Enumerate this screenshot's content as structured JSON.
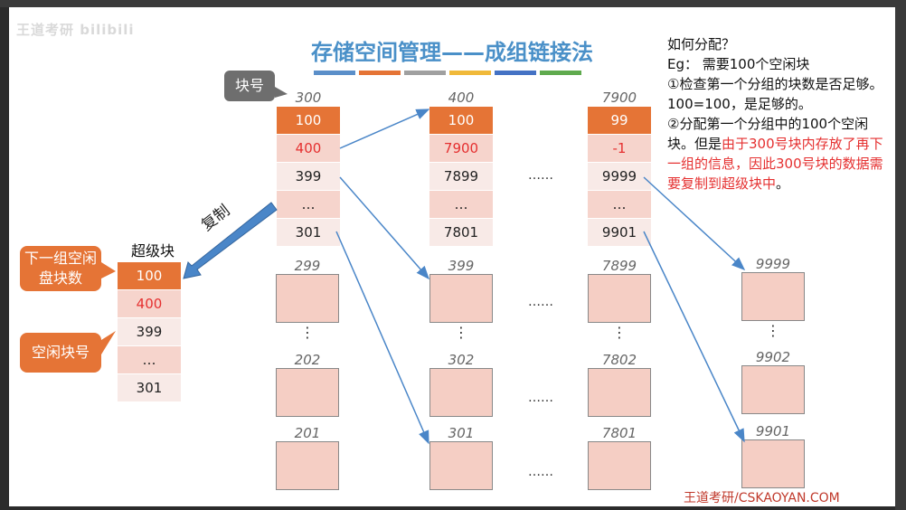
{
  "watermark": "王道考研 bilibili",
  "title": "存储空间管理——成组链接法",
  "title_bar_colors": [
    "#5b8fc9",
    "#e57436",
    "#a0a0a0",
    "#f0b93a",
    "#4472c4",
    "#5faa4e"
  ],
  "callouts": {
    "block_no": "块号",
    "next_group_count": "下一组空闲盘块数",
    "free_block_no": "空闲块号",
    "copy": "复制"
  },
  "superblock": {
    "label": "超级块",
    "cells": [
      "100",
      "400",
      "399",
      "…",
      "301"
    ]
  },
  "groups": [
    {
      "header": "300",
      "cells": [
        "100",
        "400",
        "399",
        "…",
        "301"
      ]
    },
    {
      "header": "400",
      "cells": [
        "100",
        "7900",
        "7899",
        "…",
        "7801"
      ]
    },
    {
      "header": "7900",
      "cells": [
        "99",
        "-1",
        "9999",
        "…",
        "9901"
      ]
    }
  ],
  "col1_blocks": [
    "299",
    "202",
    "201"
  ],
  "col2_blocks": [
    "399",
    "302",
    "301"
  ],
  "col3_blocks": [
    "7899",
    "7802",
    "7801"
  ],
  "col4_blocks": [
    "9999",
    "9902",
    "9901"
  ],
  "ellipsis": "……",
  "vdots": "⋮",
  "explanation": {
    "q": "如何分配？",
    "eg": "Eg： 需要100个空闲块",
    "step1": "①检查第一个分组的块数是否足够。100=100，是足够的。",
    "step2_black": "②分配第一个分组中的100个空闲块。但是",
    "step2_red": "由于300号块内存放了再下一组的信息，因此300号块的数据需要复制到超级块中",
    "step2_end": "。"
  },
  "footer": "王道考研/CSKAOYAN.COM",
  "colors": {
    "orange": "#e57436",
    "pink": "#f6d4cc",
    "arrow": "#4a86c8",
    "red": "#e53030"
  }
}
